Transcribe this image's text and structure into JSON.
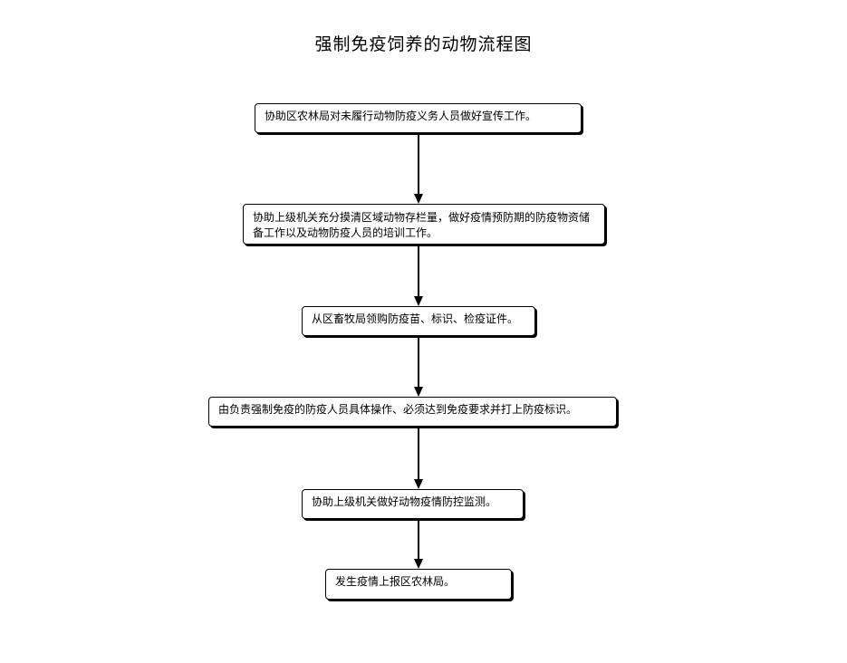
{
  "title": "强制免疫饲养的动物流程图",
  "steps": [
    "协助区农林局对未履行动物防疫义务人员做好宣传工作。",
    "协助上级机关充分摸清区域动物存栏量，做好疫情预防期的防疫物资储备工作以及动物防疫人员的培训工作。",
    "从区畜牧局领购防疫苗、标识、检疫证件。",
    "由负责强制免疫的防疫人员具体操作、必须达到免疫要求并打上防疫标识。",
    "协助上级机关做好动物疫情防控监测。",
    "发生疫情上报区农林局。"
  ]
}
